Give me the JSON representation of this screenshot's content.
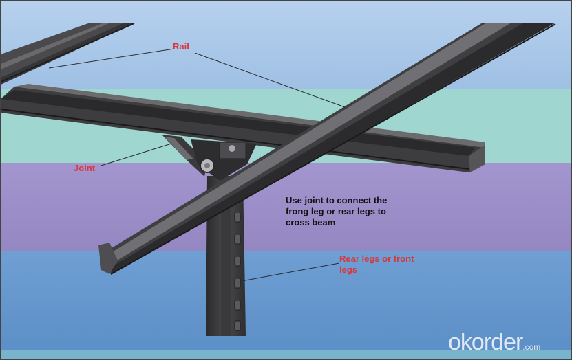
{
  "labels": {
    "rail": "Rail",
    "joint": "Joint",
    "description_lines": [
      "Use joint to connect the",
      "frong leg or rear legs to",
      "cross beam"
    ],
    "legs_lines": [
      "Rear legs or front",
      "legs"
    ]
  },
  "watermark": {
    "brand": "okorder",
    "tld": ".com"
  },
  "colors": {
    "label_red": "#d9363e",
    "label_dark": "#111111",
    "steel": "#3c3c3e",
    "band_sky": "#a6c5e6",
    "band_teal": "#9ed7cf",
    "band_purple": "#9c8fc8",
    "band_blue": "#6a98cd"
  }
}
